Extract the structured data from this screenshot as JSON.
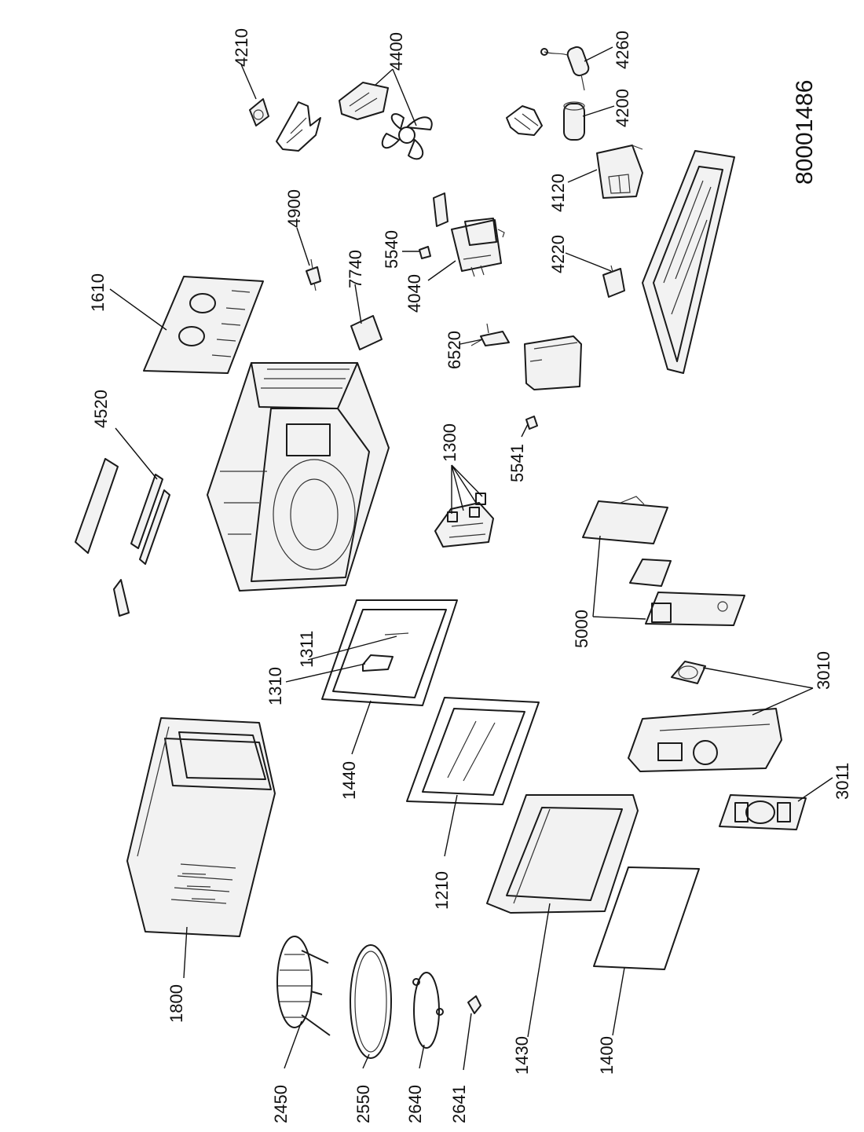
{
  "document_number": "80001486",
  "part_labels": {
    "p4210": "4210",
    "p4400": "4400",
    "p4260": "4260",
    "p4200": "4200",
    "p4120": "4120",
    "p4900": "4900",
    "p5540": "5540",
    "p4040": "4040",
    "p4220": "4220",
    "p7740": "7740",
    "p1610": "1610",
    "p6520": "6520",
    "p4520": "4520",
    "p5541": "5541",
    "p1300": "1300",
    "p5000": "5000",
    "p1311": "1311",
    "p1310": "1310",
    "p3010": "3010",
    "p1440": "1440",
    "p3011": "3011",
    "p1210": "1210",
    "p1800": "1800",
    "p1430": "1430",
    "p1400": "1400",
    "p2450": "2450",
    "p2550": "2550",
    "p2640": "2640",
    "p2641": "2641"
  }
}
